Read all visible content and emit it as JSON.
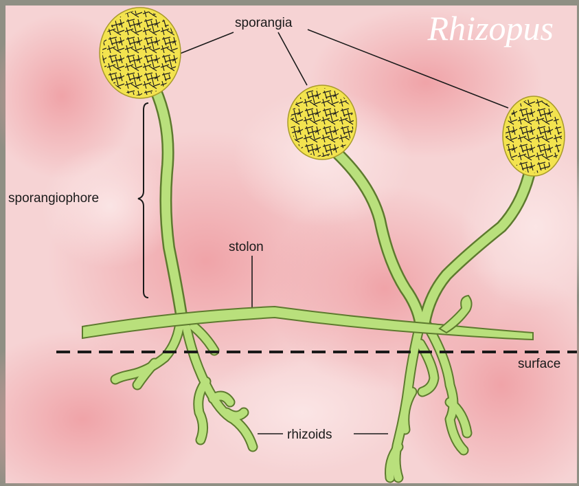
{
  "title": "Rhizopus",
  "labels": {
    "sporangia": "sporangia",
    "sporangiophore": "sporangiophore",
    "stolon": "stolon",
    "surface": "surface",
    "rhizoids": "rhizoids"
  },
  "colors": {
    "background_pink": "#f6d3d4",
    "hypha_green": "#b9e07c",
    "hypha_outline": "#5d7a2e",
    "sporangium_yellow": "#f3e34f",
    "frame_gray": "#8f8f84",
    "title_white": "#ffffff"
  }
}
